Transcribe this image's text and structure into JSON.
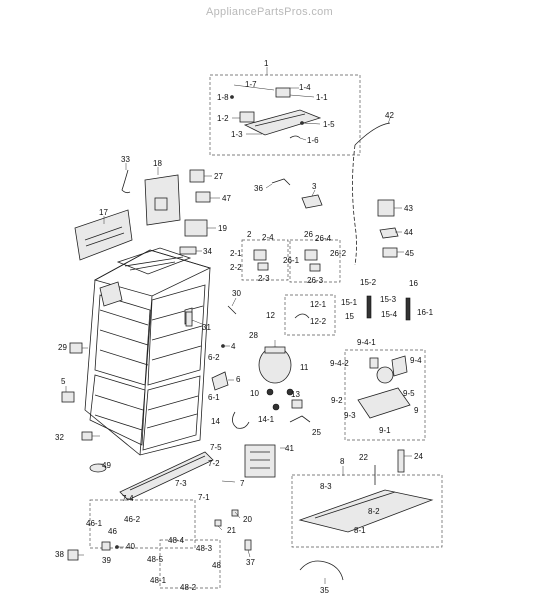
{
  "watermark": "AppliancePartsPros.com",
  "labels": {
    "l1": "1",
    "l1_7": "1-7",
    "l1_4": "1-4",
    "l1_8": "1-8",
    "l1_1": "1-1",
    "l1_2": "1-2",
    "l1_5": "1-5",
    "l1_3": "1-3",
    "l1_6": "1-6",
    "l42": "42",
    "l33": "33",
    "l18": "18",
    "l27": "27",
    "l36": "36",
    "l3": "3",
    "l47": "47",
    "l43": "43",
    "l17": "17",
    "l19": "19",
    "l44": "44",
    "l34": "34",
    "l2": "2",
    "l2_4": "2-4",
    "l2_1": "2-1",
    "l2_2": "2-2",
    "l2_3": "2-3",
    "l26": "26",
    "l26_4": "26-4",
    "l26_1": "26-1",
    "l26_2": "26-2",
    "l26_3": "26-3",
    "l45": "45",
    "l15_2": "15-2",
    "l16": "16",
    "l15_1": "15-1",
    "l15_3": "15-3",
    "l16_1": "16-1",
    "l15": "15",
    "l15_4": "15-4",
    "l30": "30",
    "l12_1": "12-1",
    "l12": "12",
    "l12_2": "12-2",
    "l31": "31",
    "l28": "28",
    "l4": "4",
    "l9_4_1": "9-4-1",
    "l29": "29",
    "l6_2": "6-2",
    "l11": "11",
    "l9_4_2": "9-4-2",
    "l9_4": "9-4",
    "l5": "5",
    "l6": "6",
    "l10": "10",
    "l9_5": "9-5",
    "l6_1": "6-1",
    "l9_2": "9-2",
    "l13": "13",
    "l9": "9",
    "l9_3": "9-3",
    "l14": "14",
    "l14_1": "14-1",
    "l9_1": "9-1",
    "l25": "25",
    "l32": "32",
    "l7_5": "7-5",
    "l41": "41",
    "l22": "22",
    "l24": "24",
    "l7_2": "7-2",
    "l8": "8",
    "l49": "49",
    "l7_3": "7-3",
    "l7": "7",
    "l7_1": "7-1",
    "l8_3": "8-3",
    "l7_4": "7-4",
    "l46": "46",
    "l8_2": "8-2",
    "l46_1": "46-1",
    "l46_2": "46-2",
    "l20": "20",
    "l8_1": "8-1",
    "l21": "21",
    "l48_4": "48-4",
    "l48_3": "48-3",
    "l38": "38",
    "l40": "40",
    "l39": "39",
    "l48_5": "48-5",
    "l48": "48",
    "l37": "37",
    "l48_1": "48-1",
    "l48_2": "48-2",
    "l35": "35"
  }
}
